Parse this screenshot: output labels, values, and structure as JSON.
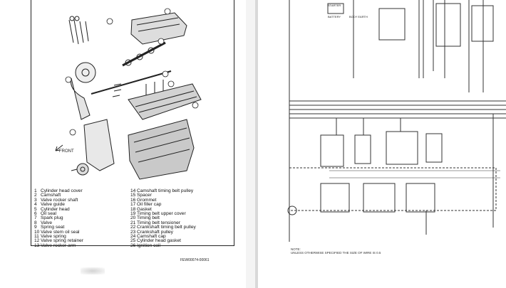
{
  "left_page": {
    "diagram_label_front": "FRONT",
    "legend_left": [
      {
        "num": "1",
        "label": "Cylinder head cover"
      },
      {
        "num": "2",
        "label": "Camshaft"
      },
      {
        "num": "3",
        "label": "Valve rocker shaft"
      },
      {
        "num": "4",
        "label": "Valve guide"
      },
      {
        "num": "5",
        "label": "Cylinder head"
      },
      {
        "num": "6",
        "label": "Oil seal"
      },
      {
        "num": "7",
        "label": "Spark plug"
      },
      {
        "num": "8",
        "label": "Valve"
      },
      {
        "num": "9",
        "label": "Spring seat"
      },
      {
        "num": "10",
        "label": "Valve stem oil seal"
      },
      {
        "num": "11",
        "label": "Valve spring"
      },
      {
        "num": "12",
        "label": "Valve spring retainer"
      },
      {
        "num": "13",
        "label": "Valve rocker arm"
      }
    ],
    "legend_right": [
      {
        "num": "14",
        "label": "Camshaft timing belt pulley"
      },
      {
        "num": "15",
        "label": "Spacer"
      },
      {
        "num": "16",
        "label": "Grommet"
      },
      {
        "num": "17",
        "label": "Oil filler cap"
      },
      {
        "num": "18",
        "label": "Gasket"
      },
      {
        "num": "19",
        "label": "Timing belt upper cover"
      },
      {
        "num": "20",
        "label": "Timing belt"
      },
      {
        "num": "21",
        "label": "Timing belt tensioner"
      },
      {
        "num": "22",
        "label": "Crankshaft timing belt pulley"
      },
      {
        "num": "23",
        "label": "Crankshaft pulley"
      },
      {
        "num": "24",
        "label": "Camshaft cap"
      },
      {
        "num": "25",
        "label": "Cylinder head gasket"
      },
      {
        "num": "26",
        "label": "Ignition coil"
      }
    ],
    "figure_code": "FEW00074-00061"
  },
  "right_page": {
    "wiring_labels": {
      "starter": "STARTER",
      "battery": "BATTERY",
      "body_earth": "BODY EARTH"
    },
    "note": "NOTE:\nUNLESS OTHERWISE SPECIFIED THE SIZE OF WIRE IS 0.5"
  }
}
